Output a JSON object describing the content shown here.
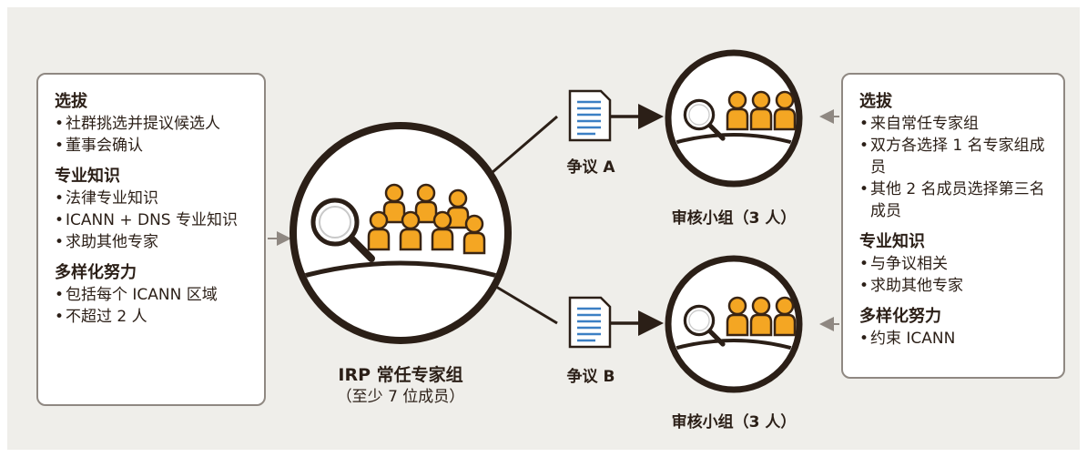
{
  "colors": {
    "background": "#efeeea",
    "box_border": "#8f8882",
    "dark": "#2b1f17",
    "person_fill": "#f4a623",
    "person_stroke": "#3a2514",
    "doc_lines": "#3b7fc4"
  },
  "left_box": {
    "sections": [
      {
        "title": "选拔",
        "items": [
          "社群挑选并提议候选人",
          "董事会确认"
        ]
      },
      {
        "title": "专业知识",
        "items": [
          "法律专业知识",
          "ICANN + DNS 专业知识",
          "求助其他专家"
        ]
      },
      {
        "title": "多样化努力",
        "items": [
          "包括每个 ICANN 区域",
          "不超过 2 人"
        ]
      }
    ]
  },
  "right_box": {
    "sections": [
      {
        "title": "选拔",
        "items": [
          "来自常任专家组",
          "双方各选择 1 名专家组成员",
          "其他 2 名成员选择第三名成员"
        ]
      },
      {
        "title": "专业知识",
        "items": [
          "与争议相关",
          "求助其他专家"
        ]
      },
      {
        "title": "多样化努力",
        "items": [
          "约束 ICANN"
        ]
      }
    ]
  },
  "main_panel": {
    "title": "IRP 常任专家组",
    "subtitle": "（至少 7 位成员）",
    "icons": [
      "magnifier-icon",
      "people-group-icon"
    ]
  },
  "disputes": [
    {
      "label": "争议 A",
      "panel_label": "审核小组（3 人）"
    },
    {
      "label": "争议 B",
      "panel_label": "审核小组（3 人）"
    }
  ]
}
